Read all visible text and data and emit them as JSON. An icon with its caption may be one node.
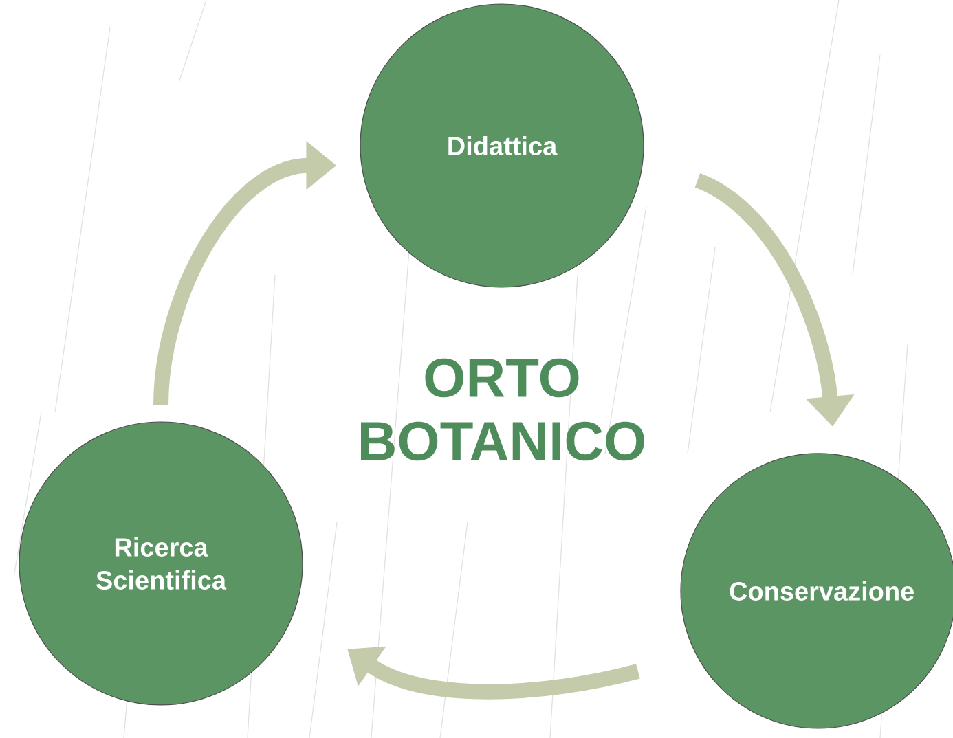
{
  "diagram": {
    "title": "ORTO BOTANICO",
    "nodes": [
      {
        "text": [
          "Didattica"
        ]
      },
      {
        "text": [
          "Conservazione"
        ]
      },
      {
        "text": [
          "Ricerca Scientifica"
        ]
      }
    ],
    "edges": [
      {
        "from": 0,
        "to": 1,
        "arrow": "to"
      },
      {
        "from": 1,
        "to": 2,
        "arrow": "to"
      },
      {
        "from": 2,
        "to": 0,
        "arrow": "to"
      }
    ]
  }
}
